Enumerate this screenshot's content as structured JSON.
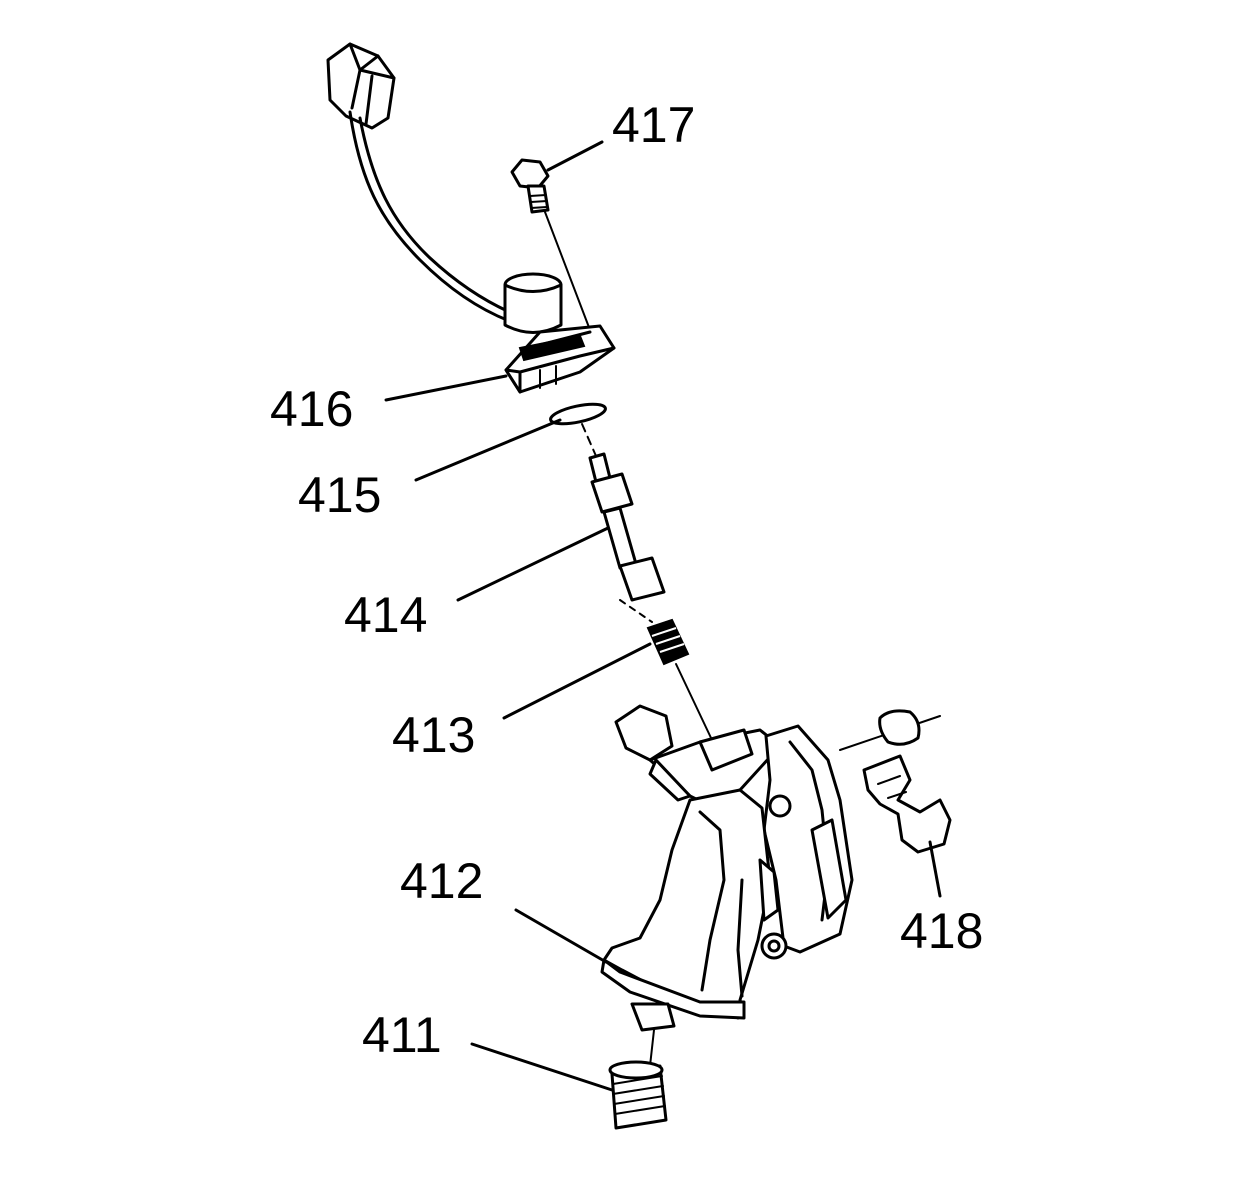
{
  "diagram": {
    "callouts": {
      "c411": "411",
      "c412": "412",
      "c413": "413",
      "c414": "414",
      "c415": "415",
      "c416": "416",
      "c417": "417",
      "c418": "418"
    },
    "colors": {
      "ink": "#000000",
      "paper": "#ffffff"
    }
  }
}
